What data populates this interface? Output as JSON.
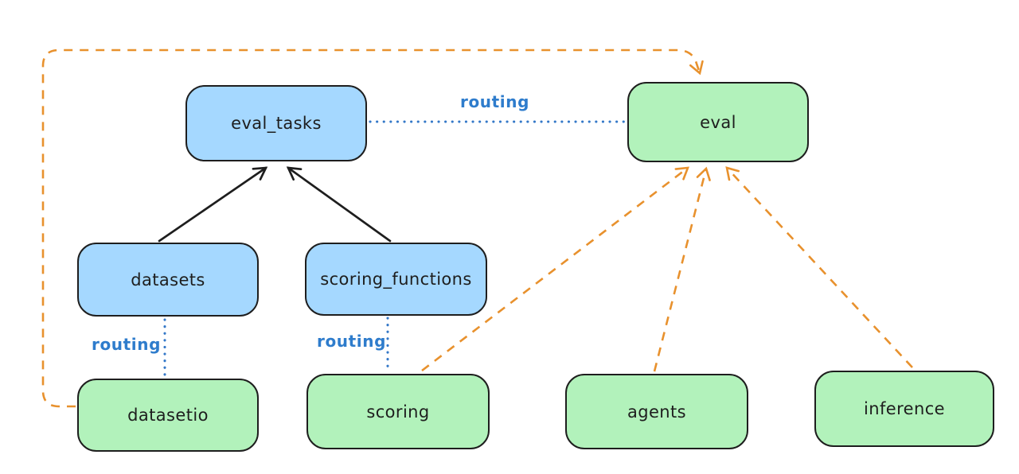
{
  "diagram": {
    "kind": "architecture-diagram",
    "background": "#ffffff"
  },
  "colors": {
    "node_blue_fill": "#a5d8ff",
    "node_green_fill": "#b2f2bb",
    "node_border": "#1e1e1e",
    "routing_label_blue": "#2e7ccc",
    "routing_line_blue": "#3478c8",
    "dashed_arrow_orange": "#e8912d",
    "solid_arrow_black": "#1e1e1e"
  },
  "nodes": [
    {
      "id": "eval_tasks",
      "label": "eval_tasks",
      "color": "blue"
    },
    {
      "id": "eval",
      "label": "eval",
      "color": "green"
    },
    {
      "id": "datasets",
      "label": "datasets",
      "color": "blue"
    },
    {
      "id": "scoring_functions",
      "label": "scoring_functions",
      "color": "blue"
    },
    {
      "id": "datasetio",
      "label": "datasetio",
      "color": "green"
    },
    {
      "id": "scoring",
      "label": "scoring",
      "color": "green"
    },
    {
      "id": "agents",
      "label": "agents",
      "color": "green"
    },
    {
      "id": "inference",
      "label": "inference",
      "color": "green"
    }
  ],
  "edge_labels": [
    {
      "id": "routing-eval-tasks-to-eval",
      "text": "routing"
    },
    {
      "id": "routing-datasets-to-datasetio",
      "text": "routing"
    },
    {
      "id": "routing-scoring-functions-to-scoring",
      "text": "routing"
    }
  ],
  "edges": [
    {
      "from": "datasets",
      "to": "eval_tasks",
      "style": "solid-black-arrow"
    },
    {
      "from": "scoring_functions",
      "to": "eval_tasks",
      "style": "solid-black-arrow"
    },
    {
      "from": "eval_tasks",
      "to": "eval",
      "style": "dotted-blue-line",
      "label": "routing"
    },
    {
      "from": "datasets",
      "to": "datasetio",
      "style": "dotted-blue-line",
      "label": "routing"
    },
    {
      "from": "scoring_functions",
      "to": "scoring",
      "style": "dotted-blue-line",
      "label": "routing"
    },
    {
      "from": "datasetio",
      "to": "eval",
      "style": "dashed-orange-arrow"
    },
    {
      "from": "scoring",
      "to": "eval",
      "style": "dashed-orange-arrow"
    },
    {
      "from": "agents",
      "to": "eval",
      "style": "dashed-orange-arrow"
    },
    {
      "from": "inference",
      "to": "eval",
      "style": "dashed-orange-arrow"
    }
  ]
}
